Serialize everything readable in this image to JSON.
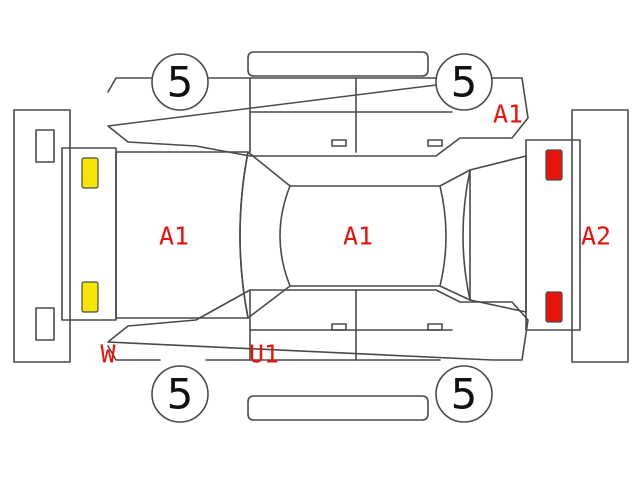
{
  "colors": {
    "outline": "#4a4a4a",
    "code_text": "#e8140c",
    "front_lamp_fill": "#f5e500",
    "rear_lamp_fill": "#e8140c"
  },
  "tires": {
    "front_left": "5",
    "front_right": "5",
    "rear_left": "5",
    "rear_right": "5"
  },
  "damage_codes": {
    "front_fender_upper": "A1",
    "hood": "A1",
    "roof": "A1",
    "rear_bumper": "A2",
    "front_bumper": "W",
    "lower_panel": "U1"
  }
}
